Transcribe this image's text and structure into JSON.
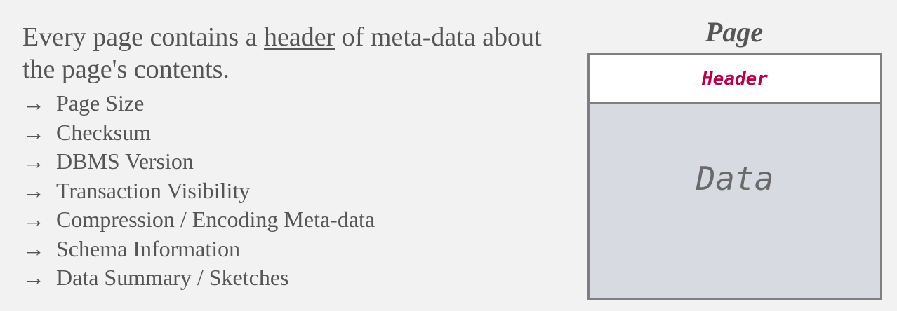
{
  "intro": {
    "before": "Every page contains a ",
    "underlined": "header",
    "after": " of meta-data about the page's contents."
  },
  "bullets": [
    {
      "arrow": "→",
      "label": "Page Size"
    },
    {
      "arrow": "→",
      "label": "Checksum"
    },
    {
      "arrow": "→",
      "label": "DBMS Version"
    },
    {
      "arrow": "→",
      "label": "Transaction Visibility"
    },
    {
      "arrow": "→",
      "label": "Compression / Encoding Meta-data"
    },
    {
      "arrow": "→",
      "label": "Schema Information"
    },
    {
      "arrow": "→",
      "label": "Data Summary / Sketches"
    }
  ],
  "diagram": {
    "title": "Page",
    "header_label": "Header",
    "data_label": "Data"
  },
  "colors": {
    "background": "#f2f2f2",
    "header_text": "#b8004a",
    "data_fill": "#d7dae1",
    "border": "#7f7f7f"
  }
}
